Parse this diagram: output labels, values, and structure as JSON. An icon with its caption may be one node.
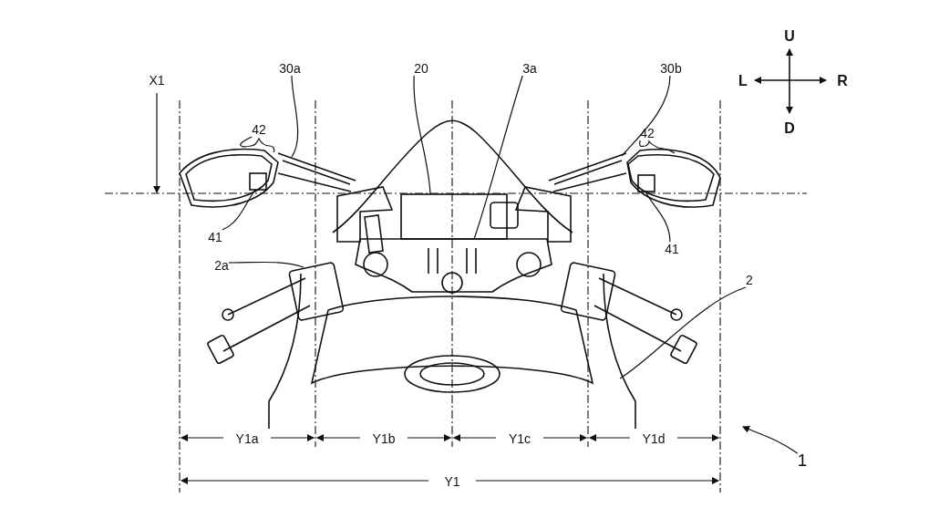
{
  "diagram": {
    "nodes": [
      {
        "text": [
          "30a"
        ]
      },
      {
        "text": [
          "20"
        ]
      },
      {
        "text": [
          "3a"
        ]
      },
      {
        "text": [
          "30b"
        ]
      },
      {
        "text": [
          "42"
        ]
      },
      {
        "text": [
          "42"
        ]
      },
      {
        "text": [
          "41"
        ]
      },
      {
        "text": [
          "2a"
        ]
      },
      {
        "text": [
          "41"
        ]
      },
      {
        "text": [
          "2"
        ]
      },
      {
        "text": [
          "1"
        ]
      },
      {
        "text": [],
        "shape": "picture"
      },
      {
        "text": [],
        "shape": "picture"
      },
      {
        "text": [],
        "shape": "box",
        "in": 11
      },
      {
        "text": [],
        "shape": "picture"
      },
      {
        "text": [],
        "shape": "picture"
      },
      {
        "text": [],
        "shape": "box",
        "in": 14
      },
      {
        "text": [],
        "shape": "box"
      },
      {
        "text": [],
        "shape": "picture"
      }
    ],
    "edges": [
      {
        "from": 0,
        "to": 12,
        "arrow": "none"
      },
      {
        "from": 1,
        "to": 17,
        "arrow": "none"
      },
      {
        "from": 2,
        "to": 18,
        "arrow": "none"
      },
      {
        "from": 3,
        "to": 15,
        "arrow": "none"
      },
      {
        "from": 4,
        "to": 11,
        "arrow": "none"
      },
      {
        "from": 5,
        "to": 14,
        "arrow": "none"
      },
      {
        "from": 6,
        "to": 13,
        "arrow": "none"
      },
      {
        "from": 7,
        "to": null,
        "arrow": "none"
      },
      {
        "from": 8,
        "to": 16,
        "arrow": "none"
      },
      {
        "from": 9,
        "to": null,
        "arrow": "none"
      },
      {
        "from": 10,
        "to": null,
        "arrow": "to"
      }
    ],
    "labels": [
      "X1",
      "U",
      "L",
      "R",
      "D",
      "Y1a",
      "Y1b",
      "Y1c",
      "Y1d",
      "Y1"
    ]
  }
}
